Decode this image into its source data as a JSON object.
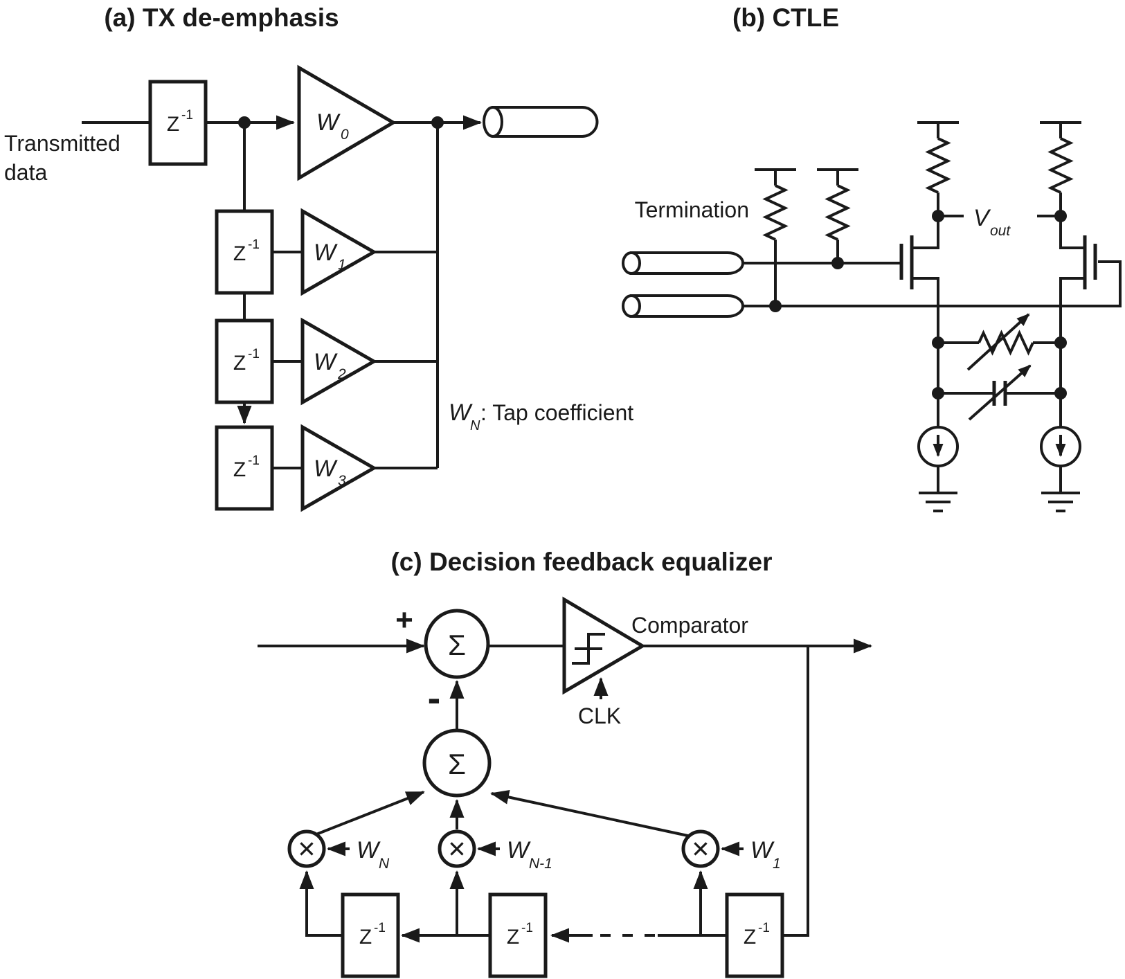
{
  "ink": "#1a1a1a",
  "background": "#ffffff",
  "panel_a": {
    "title": "(a) TX de-emphasis",
    "source_label_line1": "Transmitted",
    "source_label_line2": "data",
    "delay": {
      "base": "Z",
      "exp": "-1"
    },
    "taps": [
      {
        "main": "W",
        "sub": "0"
      },
      {
        "main": "W",
        "sub": "1"
      },
      {
        "main": "W",
        "sub": "2"
      },
      {
        "main": "W",
        "sub": "3"
      }
    ],
    "note": {
      "main": "W",
      "sub": "N",
      "rest": ": Tap coefficient"
    }
  },
  "panel_b": {
    "title": "(b) CTLE",
    "termination_label": "Termination",
    "output": {
      "main": "V",
      "sub": "out"
    }
  },
  "panel_c": {
    "title": "(c) Decision feedback equalizer",
    "plus_sign": "+",
    "minus_sign": "-",
    "sum_symbol": "Σ",
    "multiply_symbol": "✕",
    "comparator_label": "Comparator",
    "clk_label": "CLK",
    "delay": {
      "base": "Z",
      "exp": "-1"
    },
    "weights": [
      {
        "main": "W",
        "sub": "N"
      },
      {
        "main": "W",
        "sub": "N-1"
      },
      {
        "main": "W",
        "sub": "1"
      }
    ]
  }
}
